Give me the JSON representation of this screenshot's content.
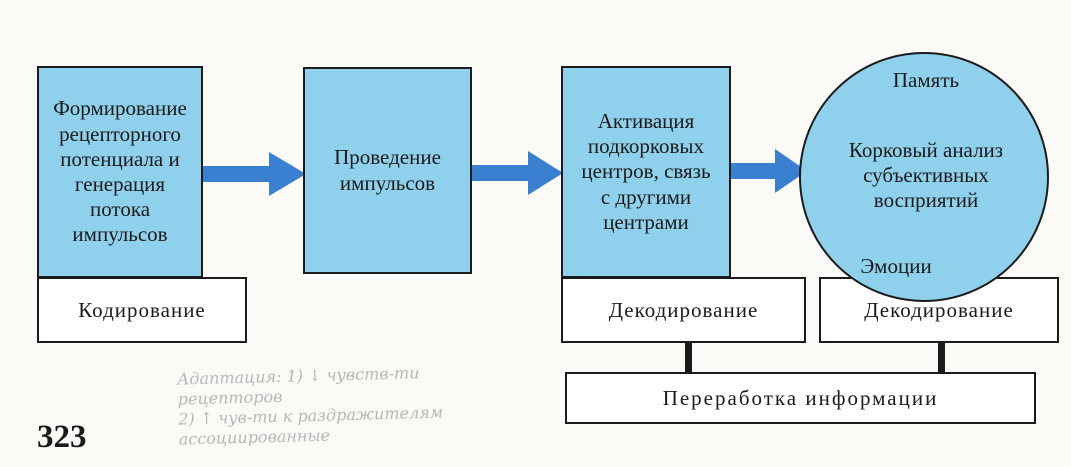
{
  "blocks": {
    "formation": "Формирование\nрецепторного\nпотенциала и\nгенерация\nпотока\nимпульсов",
    "conduction": "Проведение\nимпульсов",
    "activation": "Активация\nподкорковых\nцентров, связь\nс другими\nцентрами",
    "circle": {
      "memory": "Память",
      "analysis": "Корковый анализ\nсубъективных\nвосприятий",
      "emotions": "Эмоции"
    }
  },
  "labels": {
    "coding": "Кодирование",
    "decoding_1": "Декодирование",
    "decoding_2": "Декодирование",
    "processing": "Переработка информации"
  },
  "page_number": "323",
  "handwritten_note": "Адаптация: 1) ↓ чувств-ти рецепторов\n2) ↑ чув-ти к раздражителям\nассоциированные",
  "colors": {
    "block_fill": "#8fd0ec",
    "arrow": "#3a7fd0",
    "border": "#1b1b1b"
  }
}
